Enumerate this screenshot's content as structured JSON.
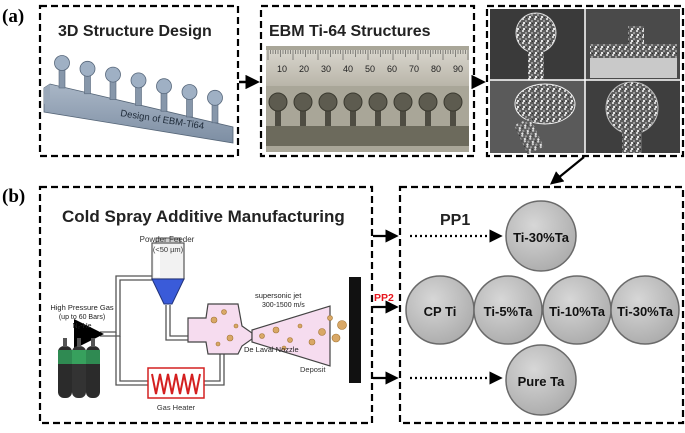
{
  "panel_a": {
    "label": "(a)",
    "box1_title": "3D Structure Design",
    "model_caption": "Design of EBM-Ti64",
    "box2_title": "EBM Ti-64 Structures",
    "ruler_ticks": [
      "10",
      "20",
      "30",
      "40",
      "50",
      "60",
      "70",
      "80",
      "90"
    ]
  },
  "panel_b": {
    "label": "(b)",
    "left_title": "Cold Spray Additive Manufacturing",
    "diagram": {
      "powder_feeder": "Powder Feeder",
      "particle_size": "(<50  µm)",
      "gas_line1": "High Pressure Gas",
      "gas_line2": "(up to 60 Bars)",
      "gas_line3": "N₂-He",
      "jet_line1": "supersonic jet",
      "jet_line2": "300-1500 m/s",
      "nozzle": "De Laval Nozzle",
      "deposit": "Deposit",
      "heater": "Gas Heater"
    },
    "pp1": "PP1",
    "pp2": "PP2",
    "pp1_circle": "Ti-30%Ta",
    "pp2_circles": [
      "CP Ti",
      "Ti-5%Ta",
      "Ti-10%Ta",
      "Ti-30%Ta"
    ],
    "bottom_circle": "Pure Ta"
  },
  "colors": {
    "pp2_label": "#e8141c",
    "circle_fill": "#b9b9b9",
    "hopper": "#3a5bd9",
    "heater_coil": "#d42020",
    "nozzle_fill": "#f6dcef"
  }
}
